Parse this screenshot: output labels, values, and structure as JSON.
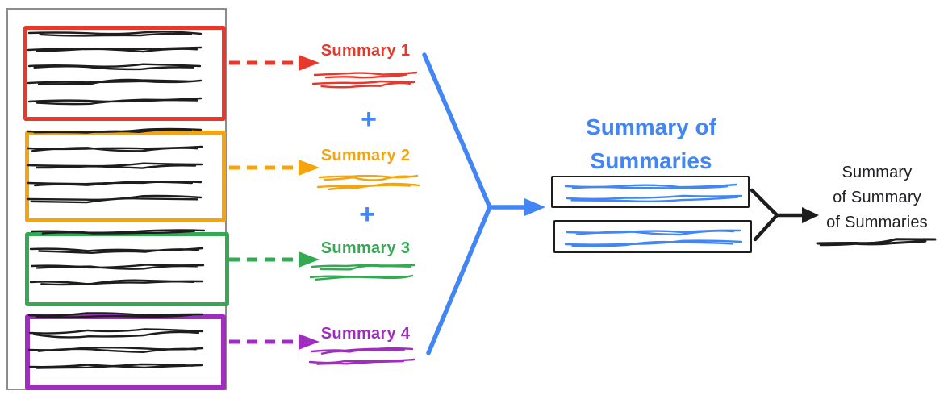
{
  "colors": {
    "panel_border": "#8d8d8d",
    "ink": "#1d1d1d",
    "blue": "#4285f4",
    "red": "#e6392c",
    "orange": "#f5a40c",
    "green": "#34a853",
    "purple": "#a12cc0"
  },
  "summaries": [
    {
      "label": "Summary 1",
      "color": "#e6392c"
    },
    {
      "label": "Summary 2",
      "color": "#f5a40c"
    },
    {
      "label": "Summary 3",
      "color": "#34a853"
    },
    {
      "label": "Summary 4",
      "color": "#a12cc0"
    }
  ],
  "plus": "+",
  "intermediate": {
    "title_line1": "Summary of",
    "title_line2": "Summaries"
  },
  "final": {
    "label_line1": "Summary",
    "label_line2": "of Summary",
    "label_line3": "of Summaries"
  }
}
